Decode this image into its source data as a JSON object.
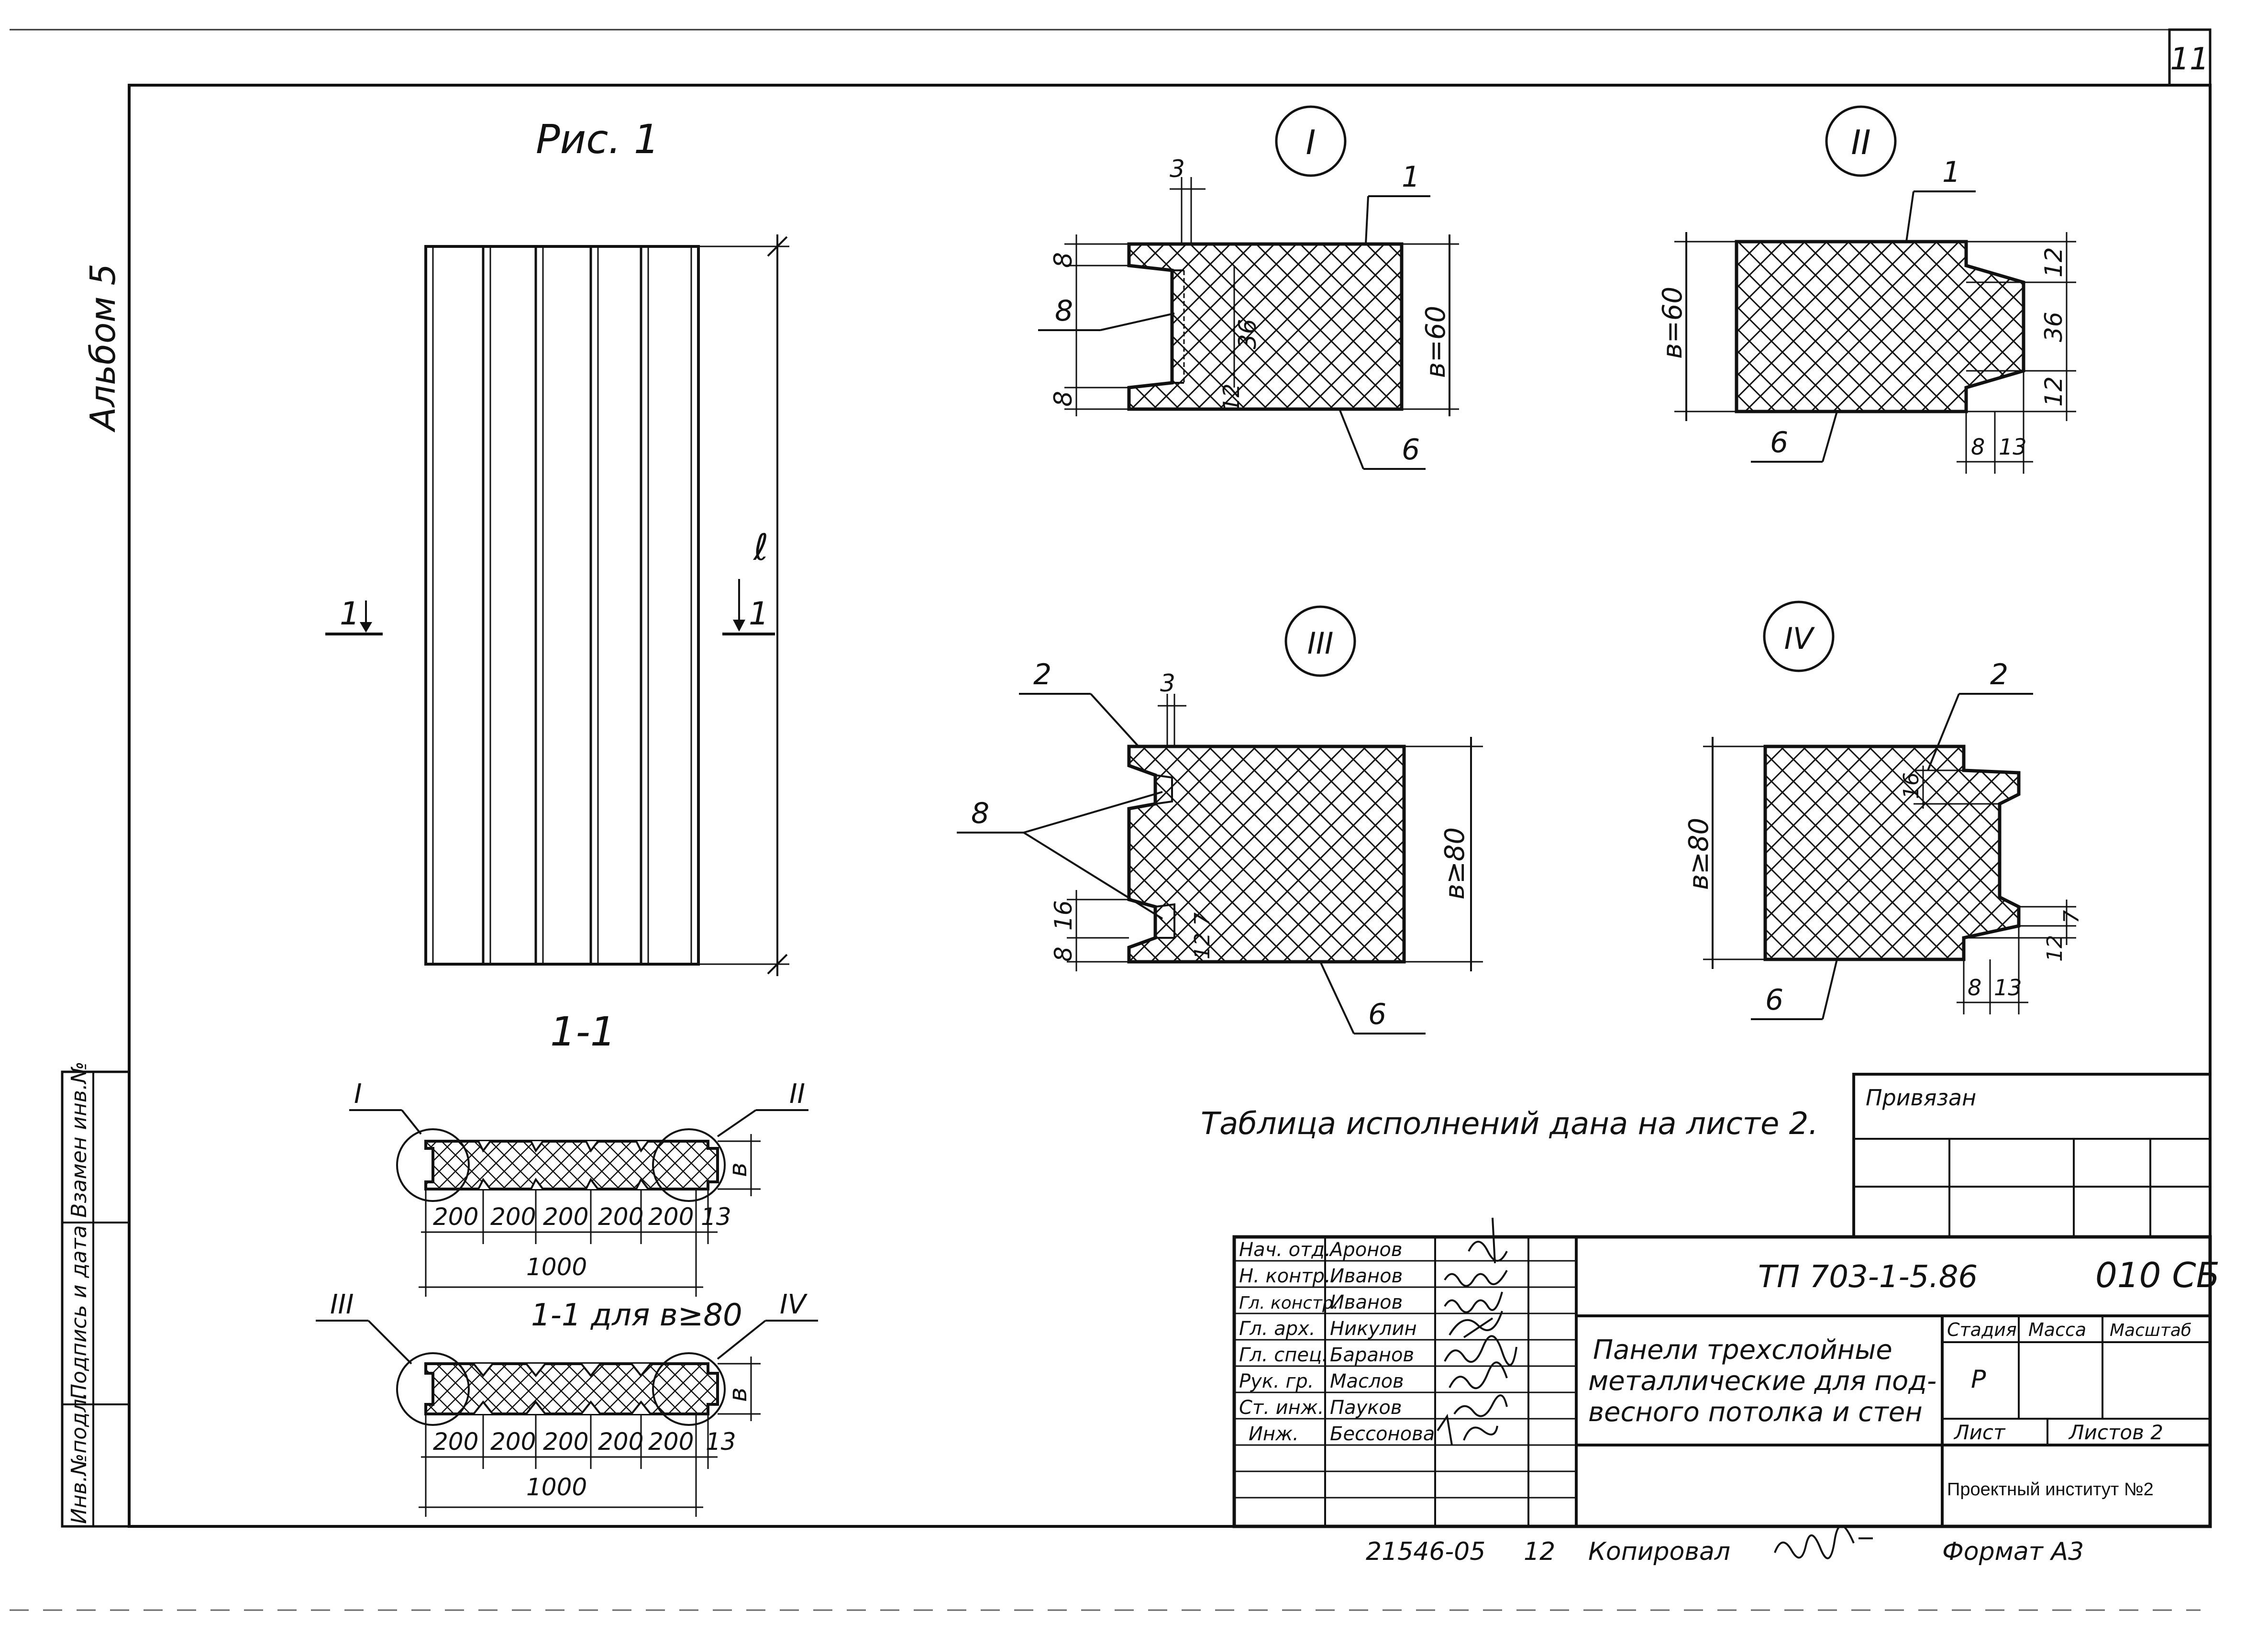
{
  "sheet": {
    "number": "11",
    "album": "Альбом 5",
    "figure_title": "Рис. 1",
    "section_1_label": "1-1",
    "section_2_label": "1-1 для в≥80",
    "note": "Таблица исполнений дана на листе 2.",
    "copied": "Копировал",
    "format": "Формат А3",
    "archive_no": "21546-05",
    "page_small": "12"
  },
  "panel": {
    "length_label": "ℓ",
    "cut_left": "1",
    "cut_right": "1"
  },
  "details": {
    "I": {
      "mark": "I",
      "dims": [
        "3",
        "8",
        "36",
        "8",
        "12",
        "в=60"
      ],
      "leaders": [
        "1",
        "8",
        "6"
      ]
    },
    "II": {
      "mark": "II",
      "dims": [
        "в=60",
        "12",
        "36",
        "12",
        "8",
        "13"
      ],
      "leaders": [
        "1",
        "6"
      ]
    },
    "III": {
      "mark": "III",
      "dims": [
        "3",
        "16",
        "8",
        "12",
        "7",
        "в≥80"
      ],
      "leaders": [
        "2",
        "8",
        "6"
      ]
    },
    "IV": {
      "mark": "IV",
      "dims": [
        "в≥80",
        "16",
        "12",
        "7",
        "8",
        "13"
      ],
      "leaders": [
        "2",
        "6"
      ]
    }
  },
  "sections": {
    "s1": {
      "marks": [
        "I",
        "II"
      ],
      "modules": [
        "200",
        "200",
        "200",
        "200",
        "200"
      ],
      "edge": "13",
      "total": "1000",
      "thickness": "в"
    },
    "s2": {
      "marks": [
        "III",
        "IV"
      ],
      "modules": [
        "200",
        "200",
        "200",
        "200",
        "200"
      ],
      "edge": "13",
      "total": "1000",
      "thickness": "в"
    }
  },
  "side_stamp": [
    "Инв.№подл.",
    "Подпись и дата",
    "Взамен инв.№"
  ],
  "title_block": {
    "tied": "Привязан",
    "doc_code": "ТП 703-1-5.86",
    "doc_suffix": "010 СБ",
    "title_lines": [
      "Панели трехслойные",
      "металлические для под-",
      "весного потолка и стен"
    ],
    "stage_hdr": "Стадия",
    "mass_hdr": "Масса",
    "scale_hdr": "Масштаб",
    "stage": "Р",
    "sheet_hdr": "Лист",
    "sheets_hdr": "Листов 2",
    "org": "Проектный институт №2",
    "people": [
      {
        "role": "Нач. отд.",
        "name": "Аронов"
      },
      {
        "role": "Н. контр.",
        "name": "Иванов"
      },
      {
        "role": "Гл. констр.",
        "name": "Иванов"
      },
      {
        "role": "Гл. арх.",
        "name": "Никулин"
      },
      {
        "role": "Гл. спец.",
        "name": "Баранов"
      },
      {
        "role": "Рук. гр.",
        "name": "Маслов"
      },
      {
        "role": "Ст. инж.",
        "name": "Пауков"
      },
      {
        "role": "Инж.",
        "name": "Бессонова"
      }
    ]
  }
}
